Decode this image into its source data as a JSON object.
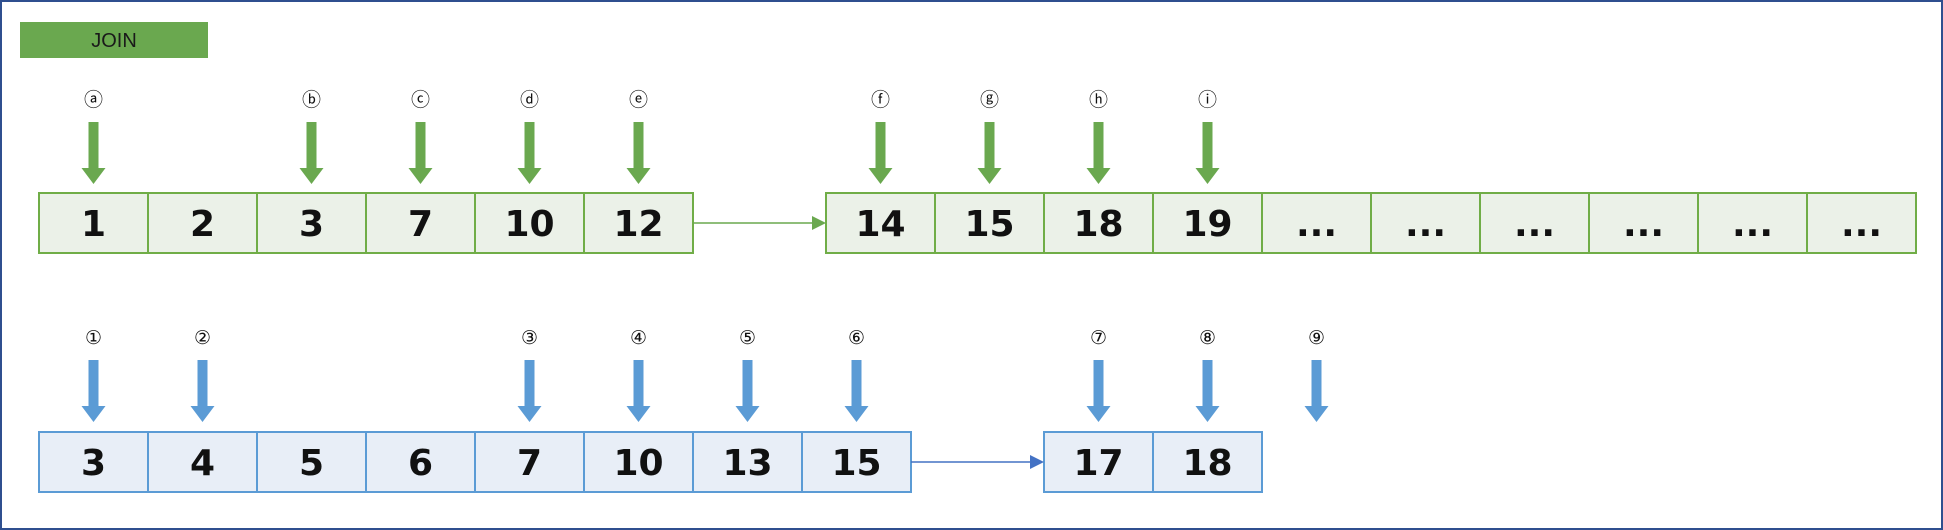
{
  "title": "JOIN",
  "colors": {
    "green_border": "#70ad47",
    "green_fill": "#ebf1e8",
    "green_badge": "#6aa84f",
    "blue_border": "#5b9bd5",
    "blue_fill": "#e8eef7",
    "blue_arrow": "#5b9bd5",
    "arrow_line": "#6aa84f",
    "blue_link": "#4472c4",
    "frame": "#2f4f8f"
  },
  "top_list": {
    "segment1": [
      "1",
      "2",
      "3",
      "7",
      "10",
      "12"
    ],
    "segment2": [
      "14",
      "15",
      "18",
      "19",
      "...",
      "...",
      "...",
      "...",
      "...",
      "..."
    ]
  },
  "top_pointers": [
    {
      "label": "ⓐ",
      "cell": 0
    },
    {
      "label": "ⓑ",
      "cell": 2
    },
    {
      "label": "ⓒ",
      "cell": 3
    },
    {
      "label": "ⓓ",
      "cell": 4
    },
    {
      "label": "ⓔ",
      "cell": 5
    },
    {
      "label": "ⓕ",
      "cell": 6
    },
    {
      "label": "ⓖ",
      "cell": 7
    },
    {
      "label": "ⓗ",
      "cell": 8
    },
    {
      "label": "ⓘ",
      "cell": 9
    }
  ],
  "bottom_list": {
    "segment1": [
      "3",
      "4",
      "5",
      "6",
      "7",
      "10",
      "13",
      "15"
    ],
    "segment2": [
      "17",
      "18"
    ]
  },
  "bottom_pointers": [
    {
      "label": "①",
      "cell": 0
    },
    {
      "label": "②",
      "cell": 1
    },
    {
      "label": "③",
      "cell": 4
    },
    {
      "label": "④",
      "cell": 5
    },
    {
      "label": "⑤",
      "cell": 6
    },
    {
      "label": "⑥",
      "cell": 7
    },
    {
      "label": "⑦",
      "cell": 8
    },
    {
      "label": "⑧",
      "cell": 9
    },
    {
      "label": "⑨",
      "cell": 10
    }
  ]
}
